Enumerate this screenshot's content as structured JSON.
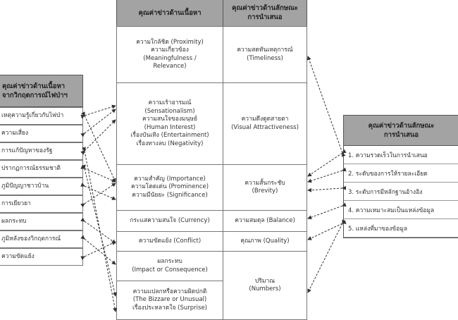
{
  "center_headers": {
    "content": "คุณค่าข่าวด้านเนื้อหา",
    "presentation": [
      "คุณค่าข่าวด้านลักษณะ",
      "การนำเสนอ"
    ]
  },
  "center_left_cells": [
    [
      "ความใกล้ชิด (Proximity)",
      "ความเกี่ยวข้อง",
      "(Meaningfulness /",
      "Relevance)"
    ],
    [
      "ความเร้าอารมณ์",
      "(Sensationalism)",
      "ความสนใจของมนุษย์",
      "(Human Interest)",
      "เรื่องบันเทิง (Entertainment)",
      "เรื่องทางลบ (Negativity)"
    ],
    [
      "ความสำคัญ (Importance)",
      "ความโดดเด่น (Prominence)",
      "ความมีนัยยะ (Significance)"
    ],
    [
      "กระแสความสนใจ (Currency)"
    ],
    [
      "ความขัดแย้ง (Conflict)"
    ],
    [
      "ผลกระทบ",
      "(Impact or Consequence)"
    ],
    [
      "ความแปลกหรือความผิดปกติ",
      "(The Bizzare or Unusual)",
      "เรื่องประหลาดใจ (Surprise)"
    ]
  ],
  "center_right_cells": [
    [
      "ความสดทันเหตุการณ์",
      "(Timeliness)"
    ],
    [
      "ความดึงดูดสายตา",
      "(Visual Attractiveness)"
    ],
    [
      "ความสั้นกระชับ",
      "(Brevity)"
    ],
    [
      "ความสมดุล (Balance)"
    ],
    [
      "คุณภาพ (Quality)"
    ],
    [
      "ปริมาณ",
      "(Numbers)"
    ]
  ],
  "left_panel": {
    "header": [
      "คุณค่าข่าวด้านเนื้อหา",
      "จากวิกฤตการณ์ไฟป่าฯ"
    ],
    "items": [
      "เหตุความรู้เกี่ยวกับไฟป่า",
      "ความเสี่ยง",
      "การแก้ปัญหาของรัฐ",
      "ปรากฏการณ์ธรรมชาติ",
      "ภูมิปัญญาชาวบ้าน",
      "การเยียวยา",
      "ผลกระทบ",
      "ภูมิหลังของวิกฤตการณ์",
      "ความขัดแย้ง"
    ]
  },
  "right_panel": {
    "header": [
      "คุณค่าข่าวด้านลักษณะ",
      "การนำเสนอ"
    ],
    "items": [
      "1. ความรวดเร็วในการนำเสนอ",
      "2. ระดับของการให้รายละเอียด",
      "3. ระดับการมีหลักฐานอ้างอิง",
      "4. ความเหมาะสมเป็นแหล่งข้อมูล",
      "5. แหล่งที่มาของข้อมูล"
    ]
  },
  "colors": {
    "header_fill": "#a3a3a3",
    "line": "#333333",
    "background": "#ffffff"
  }
}
